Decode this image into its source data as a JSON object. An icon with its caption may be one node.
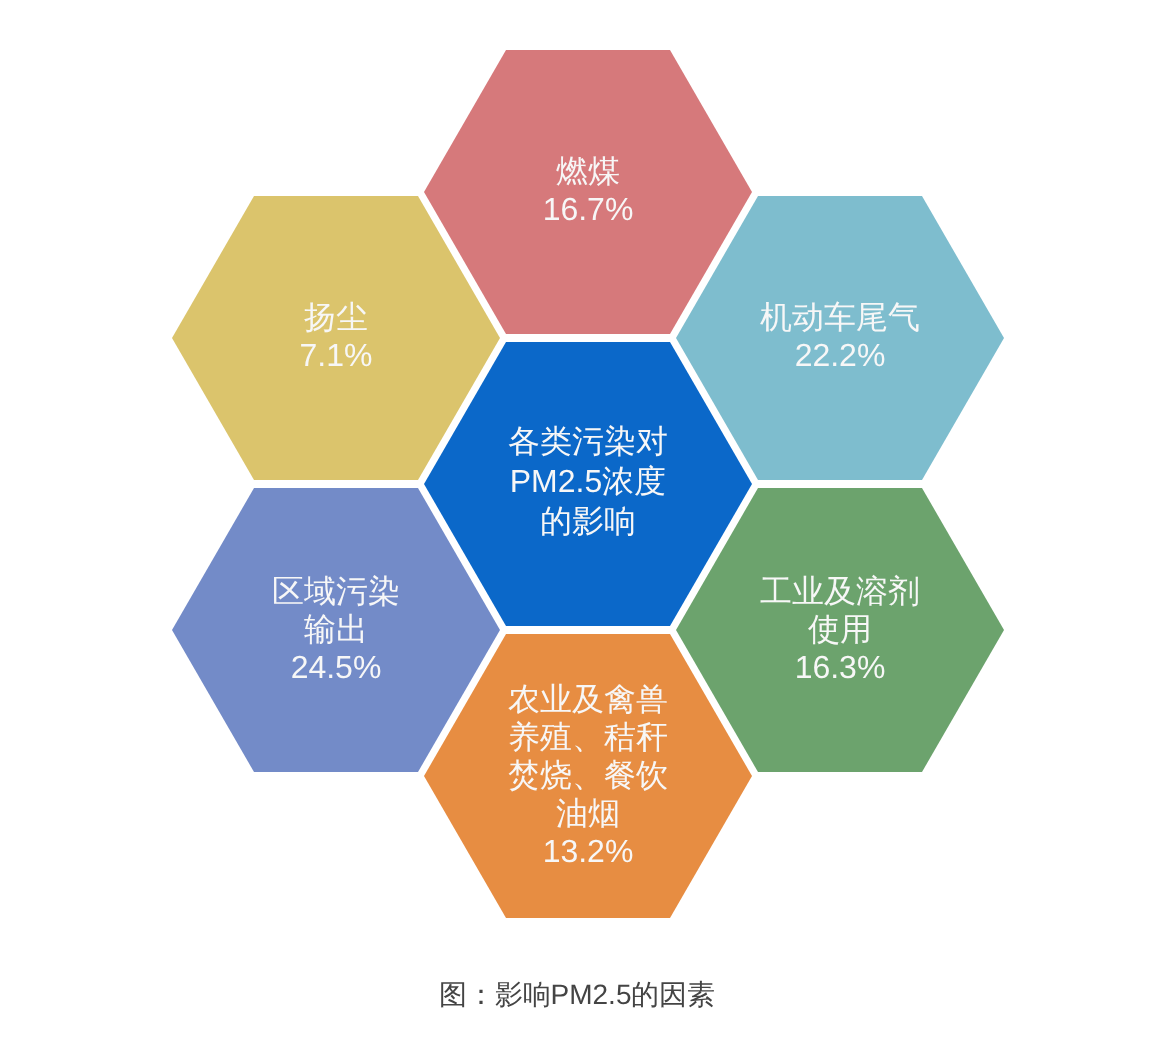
{
  "diagram": {
    "caption": "图：影响PM2.5的因素",
    "nodes": [
      {
        "text": [
          "燃煤",
          "16.7%"
        ]
      },
      {
        "text": [
          "扬尘",
          "7.1%"
        ]
      },
      {
        "text": [
          "机动车尾气",
          "22.2%"
        ]
      },
      {
        "text": [
          "各类污染对PM2.5浓度的影响"
        ]
      },
      {
        "text": [
          "区域污染输出",
          "24.5%"
        ]
      },
      {
        "text": [
          "工业及溶剂使用",
          "16.3%"
        ]
      },
      {
        "text": [
          "农业及禽兽养殖、秸秆焚烧、餐饮油烟",
          "13.2%"
        ]
      }
    ]
  }
}
